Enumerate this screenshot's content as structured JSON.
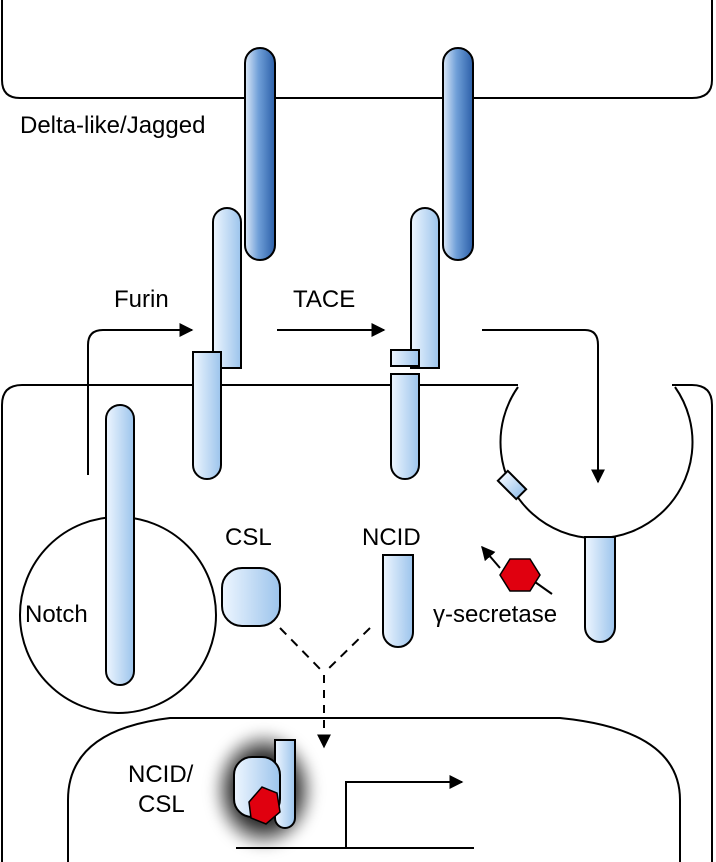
{
  "labels": {
    "ligand": "Delta-like/Jagged",
    "furin": "Furin",
    "tace": "TACE",
    "csl": "CSL",
    "ncid": "NCID",
    "notch": "Notch",
    "gamma_secretase": "γ-secretase",
    "complex_line1": "NCID/",
    "complex_line2": "CSL"
  },
  "colors": {
    "ligand_dark": "#2f67b4",
    "ligand_light": "#b7d3f2",
    "receptor_light": "#d6e8fb",
    "receptor_mid": "#a7cbee",
    "secretase_red": "#e0000f",
    "outline": "#000000"
  },
  "icons": {
    "arrowhead": "filled-triangle",
    "gamma_secretase": "red-hexagon"
  }
}
